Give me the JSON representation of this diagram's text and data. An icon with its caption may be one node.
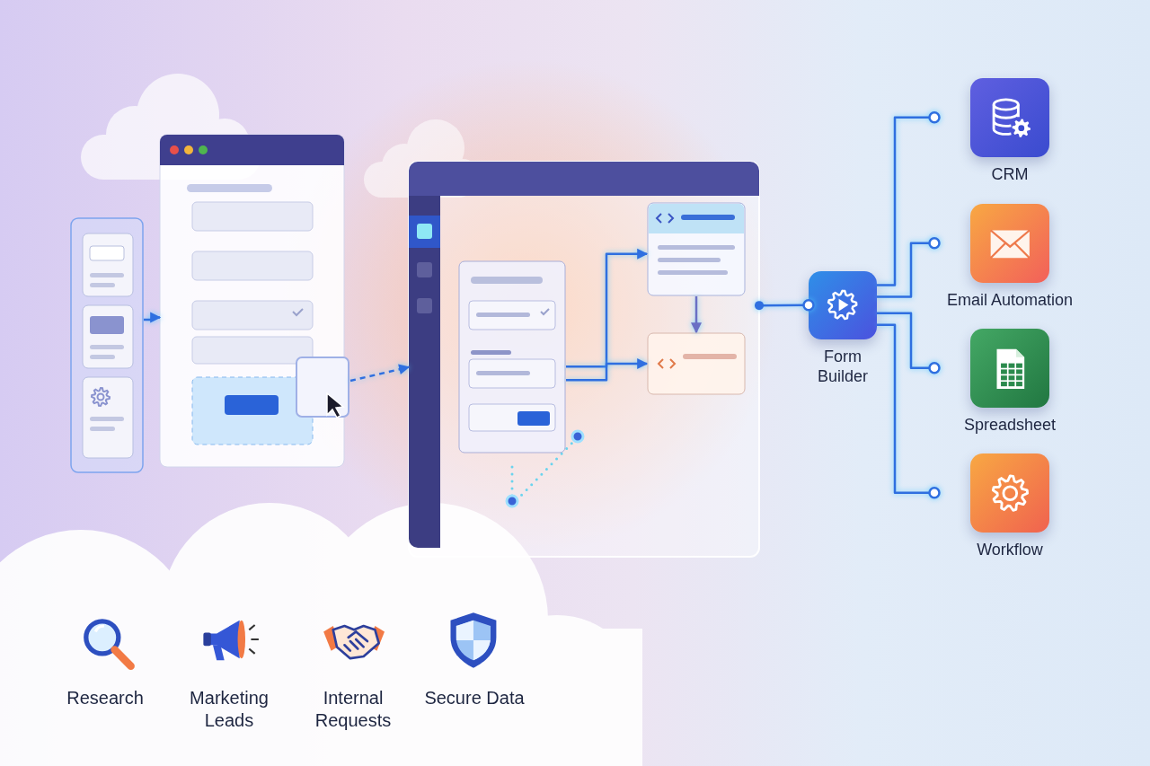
{
  "diagram": {
    "nodes": [
      {
        "text": [],
        "shape": "picture"
      },
      {
        "text": [],
        "shape": "picture"
      },
      {
        "text": [],
        "shape": "picture"
      },
      {
        "text": [],
        "shape": "picture"
      },
      {
        "text": [],
        "shape": "picture",
        "in": 3
      },
      {
        "text": [],
        "shape": "picture",
        "in": 3
      },
      {
        "text": [],
        "shape": "picture",
        "in": 3
      },
      {
        "text": [
          "Form Builder"
        ]
      },
      {
        "text": [
          "CRM"
        ]
      },
      {
        "text": [
          "Email Automation"
        ]
      },
      {
        "text": [
          "Spreadsheet"
        ]
      },
      {
        "text": [
          "Workflow"
        ]
      }
    ],
    "edges": [
      {
        "from": 0,
        "to": 1,
        "arrow": "to"
      },
      {
        "from": 2,
        "to": 3,
        "arrow": "to",
        "style": "dashed"
      },
      {
        "from": 4,
        "to": 5,
        "arrow": "to"
      },
      {
        "from": 4,
        "to": 6,
        "arrow": "to"
      },
      {
        "from": 5,
        "to": 6,
        "arrow": "to",
        "color": "#6a6fc4"
      },
      {
        "from": 3,
        "to": 7,
        "arrow": "other"
      },
      {
        "from": 7,
        "to": 8,
        "arrow": "other"
      },
      {
        "from": 7,
        "to": 9,
        "arrow": "other"
      },
      {
        "from": 7,
        "to": 10,
        "arrow": "other"
      },
      {
        "from": 7,
        "to": 11,
        "arrow": "other"
      }
    ],
    "labels": [
      "Research",
      "Marketing Leads",
      "Internal Requests",
      "Secure Data"
    ]
  }
}
